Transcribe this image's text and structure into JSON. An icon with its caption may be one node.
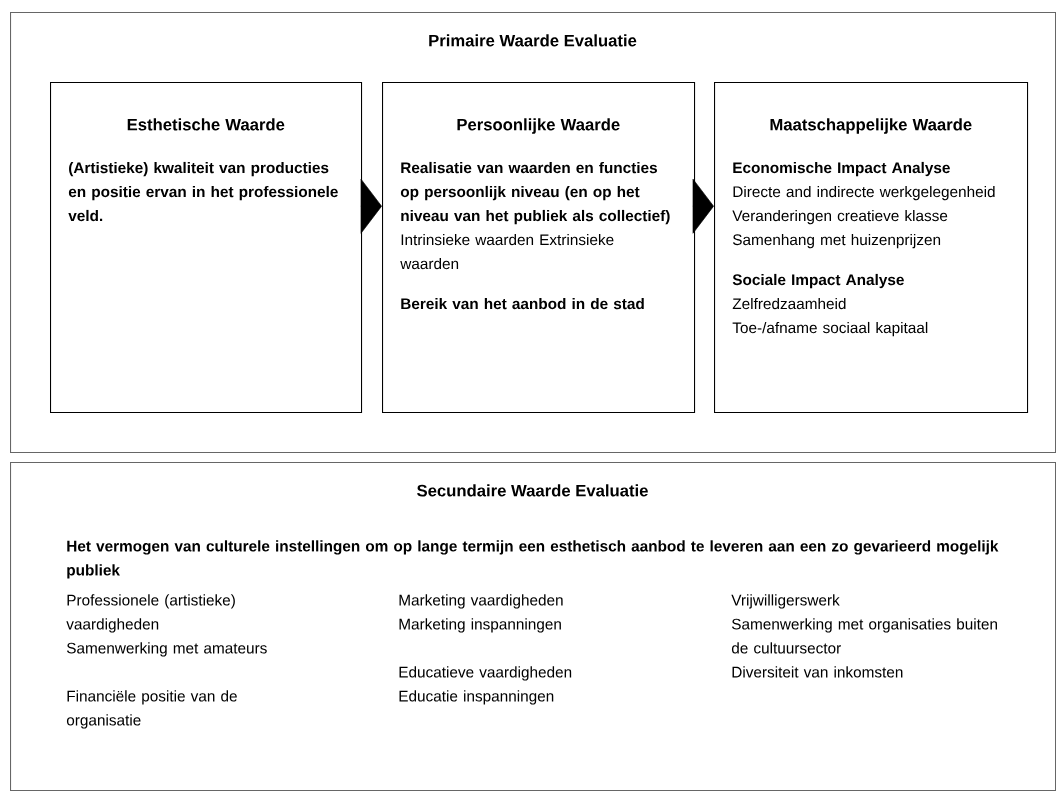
{
  "diagram": {
    "nodes": [
      {
        "text": [
          "Primaire Waarde Evaluatie"
        ]
      },
      {
        "text": [
          "Esthetische Waarde",
          "(Artistieke) kwaliteit van producties en positie ervan in het professionele veld."
        ],
        "in": 0
      },
      {
        "text": [
          "Persoonlijke Waarde",
          "Realisatie van waarden en functies op persoonlijk niveau (en op het niveau van het publiek als collectief)",
          "Intrinsieke waarden Extrinsieke waarden",
          "Bereik van het aanbod in de stad"
        ],
        "in": 0
      },
      {
        "text": [
          "Maatschappelijke Waarde",
          "Economische Impact Analyse",
          "Directe and indirecte werkgelegenheid",
          "Veranderingen creatieve klasse",
          "Samenhang met huizenprijzen",
          "Sociale Impact Analyse",
          "Zelfredzaamheid",
          "Toe-/afname sociaal kapitaal"
        ],
        "in": 0
      },
      {
        "text": [
          "Secundaire Waarde Evaluatie",
          "Het vermogen van culturele instellingen om op lange termijn een esthetisch aanbod te leveren aan een zo gevarieerd mogelijk publiek",
          "Professionele (artistieke) vaardigheden",
          "Samenwerking met amateurs",
          "Financiële positie van de organisatie",
          "Marketing vaardigheden",
          "Marketing inspanningen",
          "Educatieve vaardigheden",
          "Educatie inspanningen",
          "Vrijwilligerswerk",
          "Samenwerking met organisaties buiten de cultuursector",
          "Diversiteit van inkomsten"
        ]
      }
    ],
    "edges": [
      {
        "from": 1,
        "to": 2,
        "arrow": "to"
      },
      {
        "from": 2,
        "to": 3,
        "arrow": "to"
      }
    ]
  }
}
